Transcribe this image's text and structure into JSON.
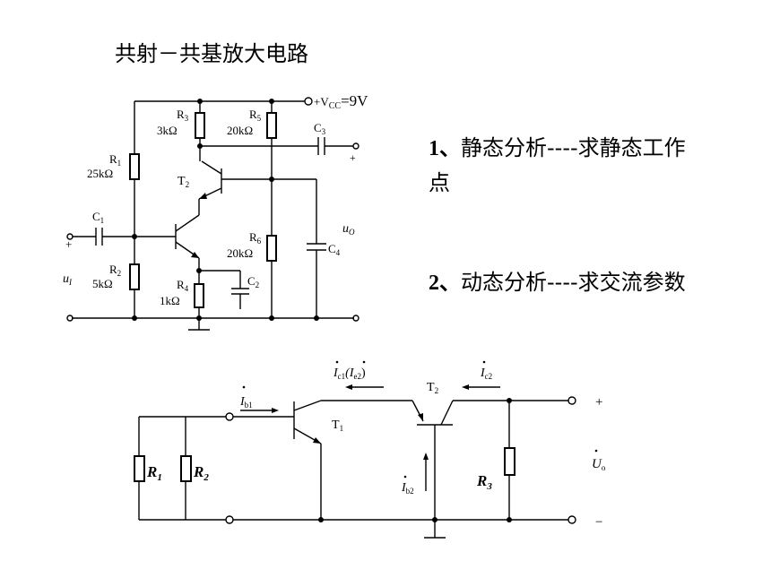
{
  "title": "共射－共基放大电路",
  "steps": [
    {
      "num": "1、",
      "text": "静态分析----求静态工作点"
    },
    {
      "num": "2、",
      "text": "动态分析----求交流参数"
    }
  ],
  "top_circuit": {
    "vcc": "+V",
    "vcc_sub": "CC",
    "vcc_value": "=9V",
    "r1": "25kΩ",
    "r2": "5kΩ",
    "r3": "3kΩ",
    "r4": "1kΩ",
    "r5": "20kΩ",
    "r6": "20kΩ",
    "t1": "T",
    "t2": "T",
    "input_label": "u",
    "output_label": "u"
  },
  "bottom_circuit": {
    "ib1": "I",
    "ic1": "I",
    "ic1_paren": "(I",
    "ic2": "I",
    "ib2": "I",
    "uo": "U",
    "plus": "+",
    "minus": "−"
  }
}
